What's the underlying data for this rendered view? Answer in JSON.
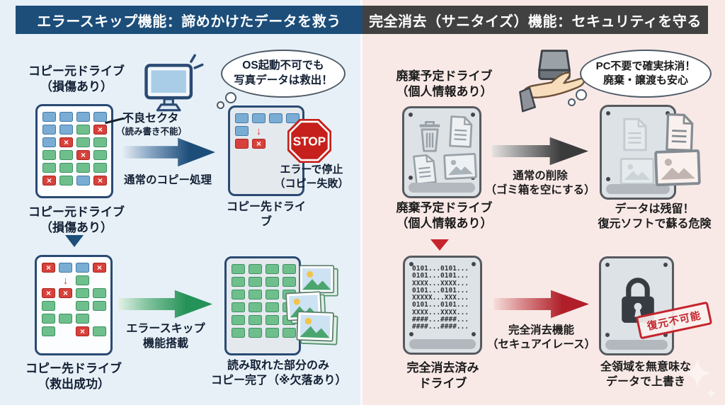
{
  "left": {
    "header": "エラースキップ機能：諦めかけたデータを救う",
    "source_top_label": "コピー元ドライブ\n（損傷あり）",
    "bubble": "OS起動不可でも\n写真データは救出！",
    "bad_sector_title": "不良セクタ",
    "bad_sector_sub": "（読み書き不能）",
    "copy_arrow_label": "通常のコピー処理",
    "stop_sign": "STOP",
    "stop_label": "エラーで停止\n（コピー失敗）",
    "dest_label": "コピー先ドライブ",
    "source_bottom_label": "コピー元ドライブ\n（損傷あり）",
    "skip_arrow_label": "エラースキップ\n機能搭載",
    "dest_success_label": "コピー先ドライブ\n（救出成功）",
    "result_label": "読み取れた部分のみ\nコピー完了（※欠落あり）"
  },
  "right": {
    "header": "完全消去（サニタイズ）機能：セキュリティを守る",
    "dispose_top_label": "廃棄予定ドライブ\n（個人情報あり）",
    "bubble": "PC不要で確実抹消！\n廃棄・譲渡も安心",
    "delete_arrow_label": "通常の削除\n（ゴミ箱を空にする）",
    "remain_label": "データは残留！\n復元ソフトで蘇る危険",
    "dispose_bottom_label": "廃棄予定ドライブ\n（個人情報あり）",
    "erased_lines": [
      "0101...0101...",
      "0101...0101...",
      "XXXX...XXXX...",
      "0101...0101...",
      "XXXXX...XXX...",
      "0101...0101...",
      "XXXX...XXXX...",
      "####...####...",
      "####...####..."
    ],
    "erased_label": "完全消去済み\nドライブ",
    "erase_arrow_label": "完全消去機能\n（セキュアイレース）",
    "stamp_label": "復元不可能",
    "overwrite_label": "全領域を無意味な\nデータで上書き"
  },
  "grids": {
    "source": [
      [
        "b",
        "b",
        "b",
        "b"
      ],
      [
        "b",
        "b",
        "g",
        "x"
      ],
      [
        "b",
        "x",
        "g",
        "g"
      ],
      [
        "g",
        "g",
        "x",
        "g"
      ],
      [
        "g",
        "g",
        "g",
        "g"
      ],
      [
        "x",
        "g",
        "b",
        "x"
      ]
    ],
    "dest_fail": [
      [
        "b",
        "b",
        "b",
        "b"
      ],
      [
        "b",
        "v",
        "_",
        "_"
      ],
      [
        "r",
        "x",
        "_",
        "_"
      ]
    ],
    "dest_success": [
      [
        "x",
        "b",
        "b",
        "x"
      ],
      [
        "_",
        "v",
        "g",
        "_"
      ],
      [
        "x",
        "x",
        "g",
        "g"
      ],
      [
        "g",
        "_",
        "g",
        "g"
      ],
      [
        "g",
        "g",
        "g",
        "_"
      ],
      [
        "g",
        "_",
        "x",
        "g"
      ]
    ],
    "result": [
      [
        "g",
        "g",
        "g",
        "g"
      ],
      [
        "g",
        "g",
        "g",
        "g"
      ],
      [
        "g",
        "g",
        "g",
        "g"
      ],
      [
        "g",
        "g",
        "g",
        "g"
      ],
      [
        "g",
        "g",
        "g",
        "g"
      ],
      [
        "g",
        "g",
        "g",
        "g"
      ]
    ]
  },
  "cell_codes": {
    "b": "blue-sector",
    "g": "green-sector",
    "x": "bad-sector-x",
    "r": "red-sector",
    "v": "red-down-arrow",
    "_": "empty"
  },
  "icons": [
    "monitor-icon",
    "thought-bubble",
    "stop-sign-icon",
    "photo-stack-icon",
    "hand-holding-drive-icon",
    "trash-icon",
    "document-icon",
    "photo-icon",
    "padlock-icon",
    "sparkle-icon"
  ],
  "colors": {
    "left_header_bg": "#1d4e7a",
    "right_header_bg": "#414141",
    "left_bg": "#e7f0f7",
    "right_bg": "#f8e9e7",
    "cell_blue": "#79add4",
    "cell_green": "#6fbf8d",
    "cell_red": "#d8413b",
    "arrow_blue": "#1d4e7a",
    "arrow_green": "#259358",
    "arrow_gray": "#3b3b3b",
    "arrow_red": "#b01f29",
    "stop_red": "#c5201c",
    "stamp_red": "#c5242c",
    "drive_gray": "#dde2e6"
  }
}
